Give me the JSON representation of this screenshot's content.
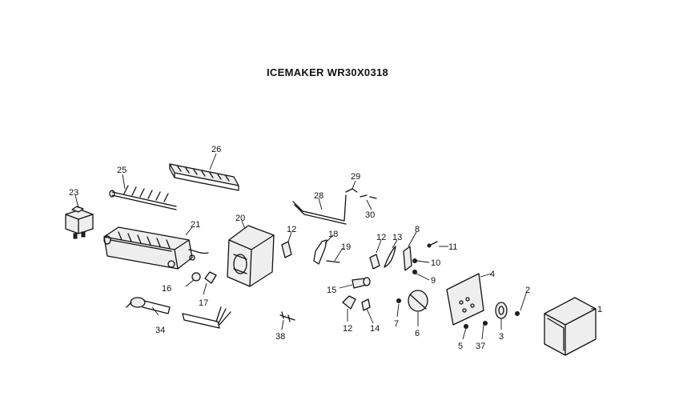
{
  "title": "ICEMAKER WR30X0318",
  "callouts": [
    "1",
    "2",
    "3",
    "4",
    "5",
    "6",
    "7",
    "8",
    "9",
    "10",
    "11",
    "12",
    "13",
    "14",
    "15",
    "16",
    "17",
    "18",
    "19",
    "20",
    "21",
    "23",
    "25",
    "26",
    "28",
    "29",
    "30",
    "34",
    "37",
    "38"
  ]
}
